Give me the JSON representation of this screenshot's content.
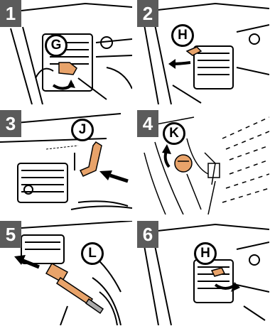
{
  "colors": {
    "part_highlight": "#e8a36a",
    "badge_bg": "#5b5b5b",
    "arrow": "#000000"
  },
  "panels": [
    {
      "step": "1",
      "callout": "G"
    },
    {
      "step": "2",
      "callout": "H"
    },
    {
      "step": "3",
      "callout": "J"
    },
    {
      "step": "4",
      "callout": "K"
    },
    {
      "step": "5",
      "callout": "L"
    },
    {
      "step": "6",
      "callout": "H"
    }
  ]
}
